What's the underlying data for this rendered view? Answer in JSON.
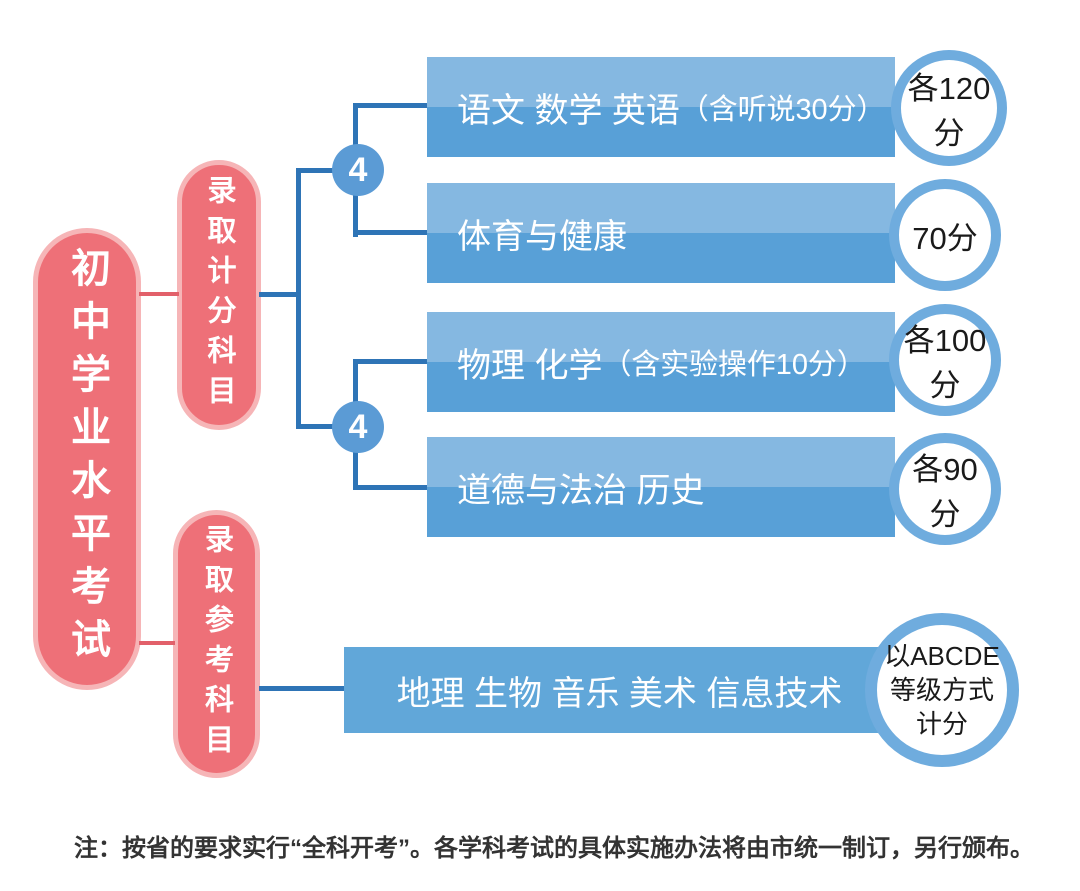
{
  "palette": {
    "pink_fill": "#ee7078",
    "pink_ring": "#f6b5b7",
    "red_line": "#e2606a",
    "blue_line": "#2e74b6",
    "bar_light": "#85b8e1",
    "bar_dark": "#58a0d7",
    "badge_blue": "#5b9bd5",
    "circle_border": "#6facde"
  },
  "root": {
    "title": "初中学业水平考试"
  },
  "branches": [
    {
      "label": "录取计分科目"
    },
    {
      "label": "录取参考科目"
    }
  ],
  "groups": [
    {
      "count": "4"
    },
    {
      "count": "4"
    }
  ],
  "subjects": [
    {
      "name": "语文  数学  英语",
      "paren": "（含听说30分）",
      "score": "各120分"
    },
    {
      "name": "体育与健康",
      "paren": "",
      "score": "70分"
    },
    {
      "name": "物理  化学",
      "paren": "（含实验操作10分）",
      "score": "各100分"
    },
    {
      "name": "道德与法治  历史",
      "paren": "",
      "score": "各90分"
    },
    {
      "name": "地理  生物  音乐  美术  信息技术",
      "paren": "",
      "score_lines": [
        "以ABCDE",
        "等级方式",
        "计分"
      ]
    }
  ],
  "note": "注：按省的要求实行“全科开考”。各学科考试的具体实施办法将由市统一制订，另行颁布。"
}
